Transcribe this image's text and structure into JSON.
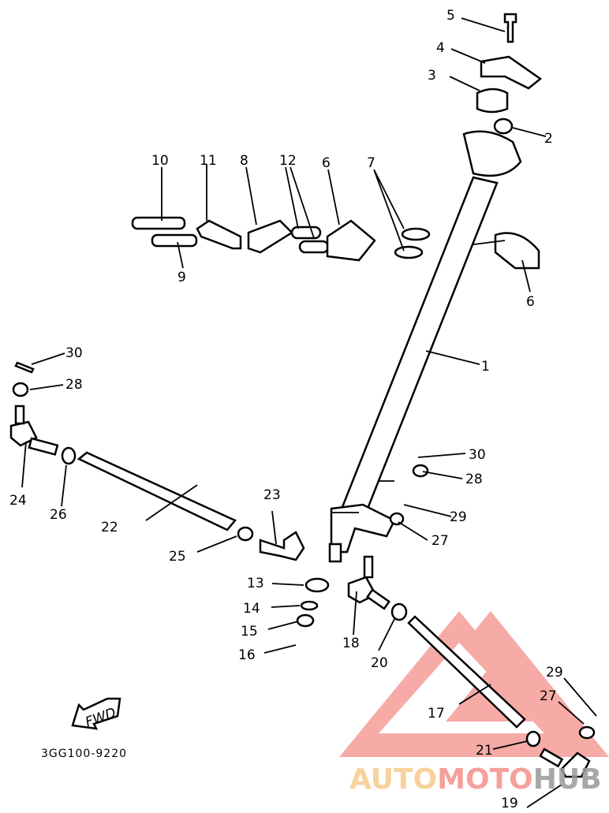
{
  "diagram_code": "3GG100-9220",
  "fwd_label": "FWD",
  "watermark": {
    "part1": "AUTO",
    "part2": "MOTO",
    "part3": "HUB",
    "color1": "#f9c98a",
    "color2": "#f4908a",
    "color3": "#9a9a9a"
  },
  "labels": [
    "5",
    "4",
    "3",
    "2",
    "10",
    "11",
    "8",
    "12",
    "6",
    "7",
    "9",
    "6",
    "1",
    "30",
    "28",
    "24",
    "26",
    "22",
    "23",
    "25",
    "30",
    "28",
    "29",
    "27",
    "13",
    "14",
    "15",
    "16",
    "18",
    "20",
    "17",
    "29",
    "27",
    "21",
    "19"
  ]
}
